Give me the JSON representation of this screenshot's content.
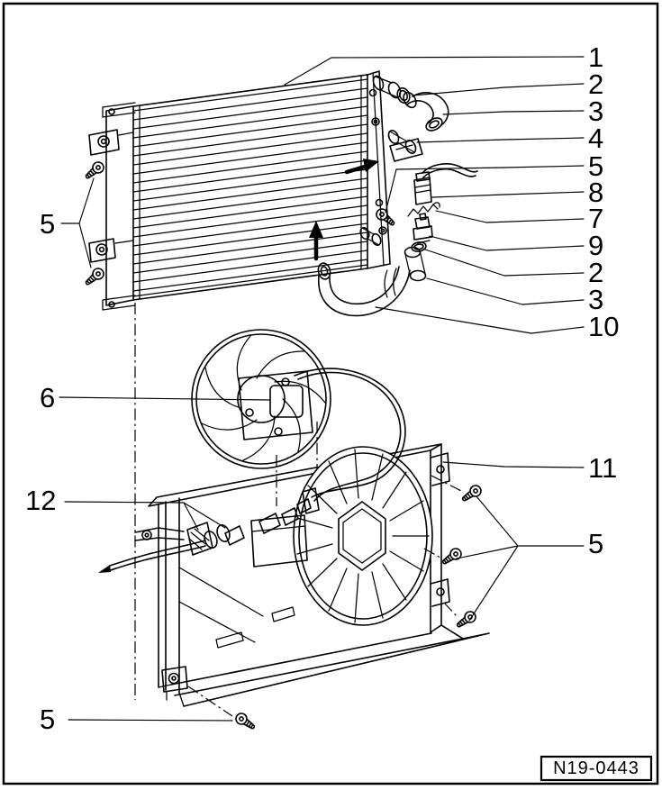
{
  "figure": {
    "ref_code": "N19-0443",
    "background_color": "#ffffff",
    "line_color": "#000000",
    "callouts": {
      "right_column": [
        "1",
        "2",
        "3",
        "4",
        "5",
        "8",
        "7",
        "9",
        "2",
        "3",
        "10"
      ],
      "right_lower": [
        "11",
        "5"
      ],
      "left_column": [
        "5",
        "6",
        "12",
        "5"
      ]
    },
    "icons": {
      "up_arrow": "flow-direction-up-arrow",
      "right_arrow": "flow-direction-right-arrow"
    }
  }
}
